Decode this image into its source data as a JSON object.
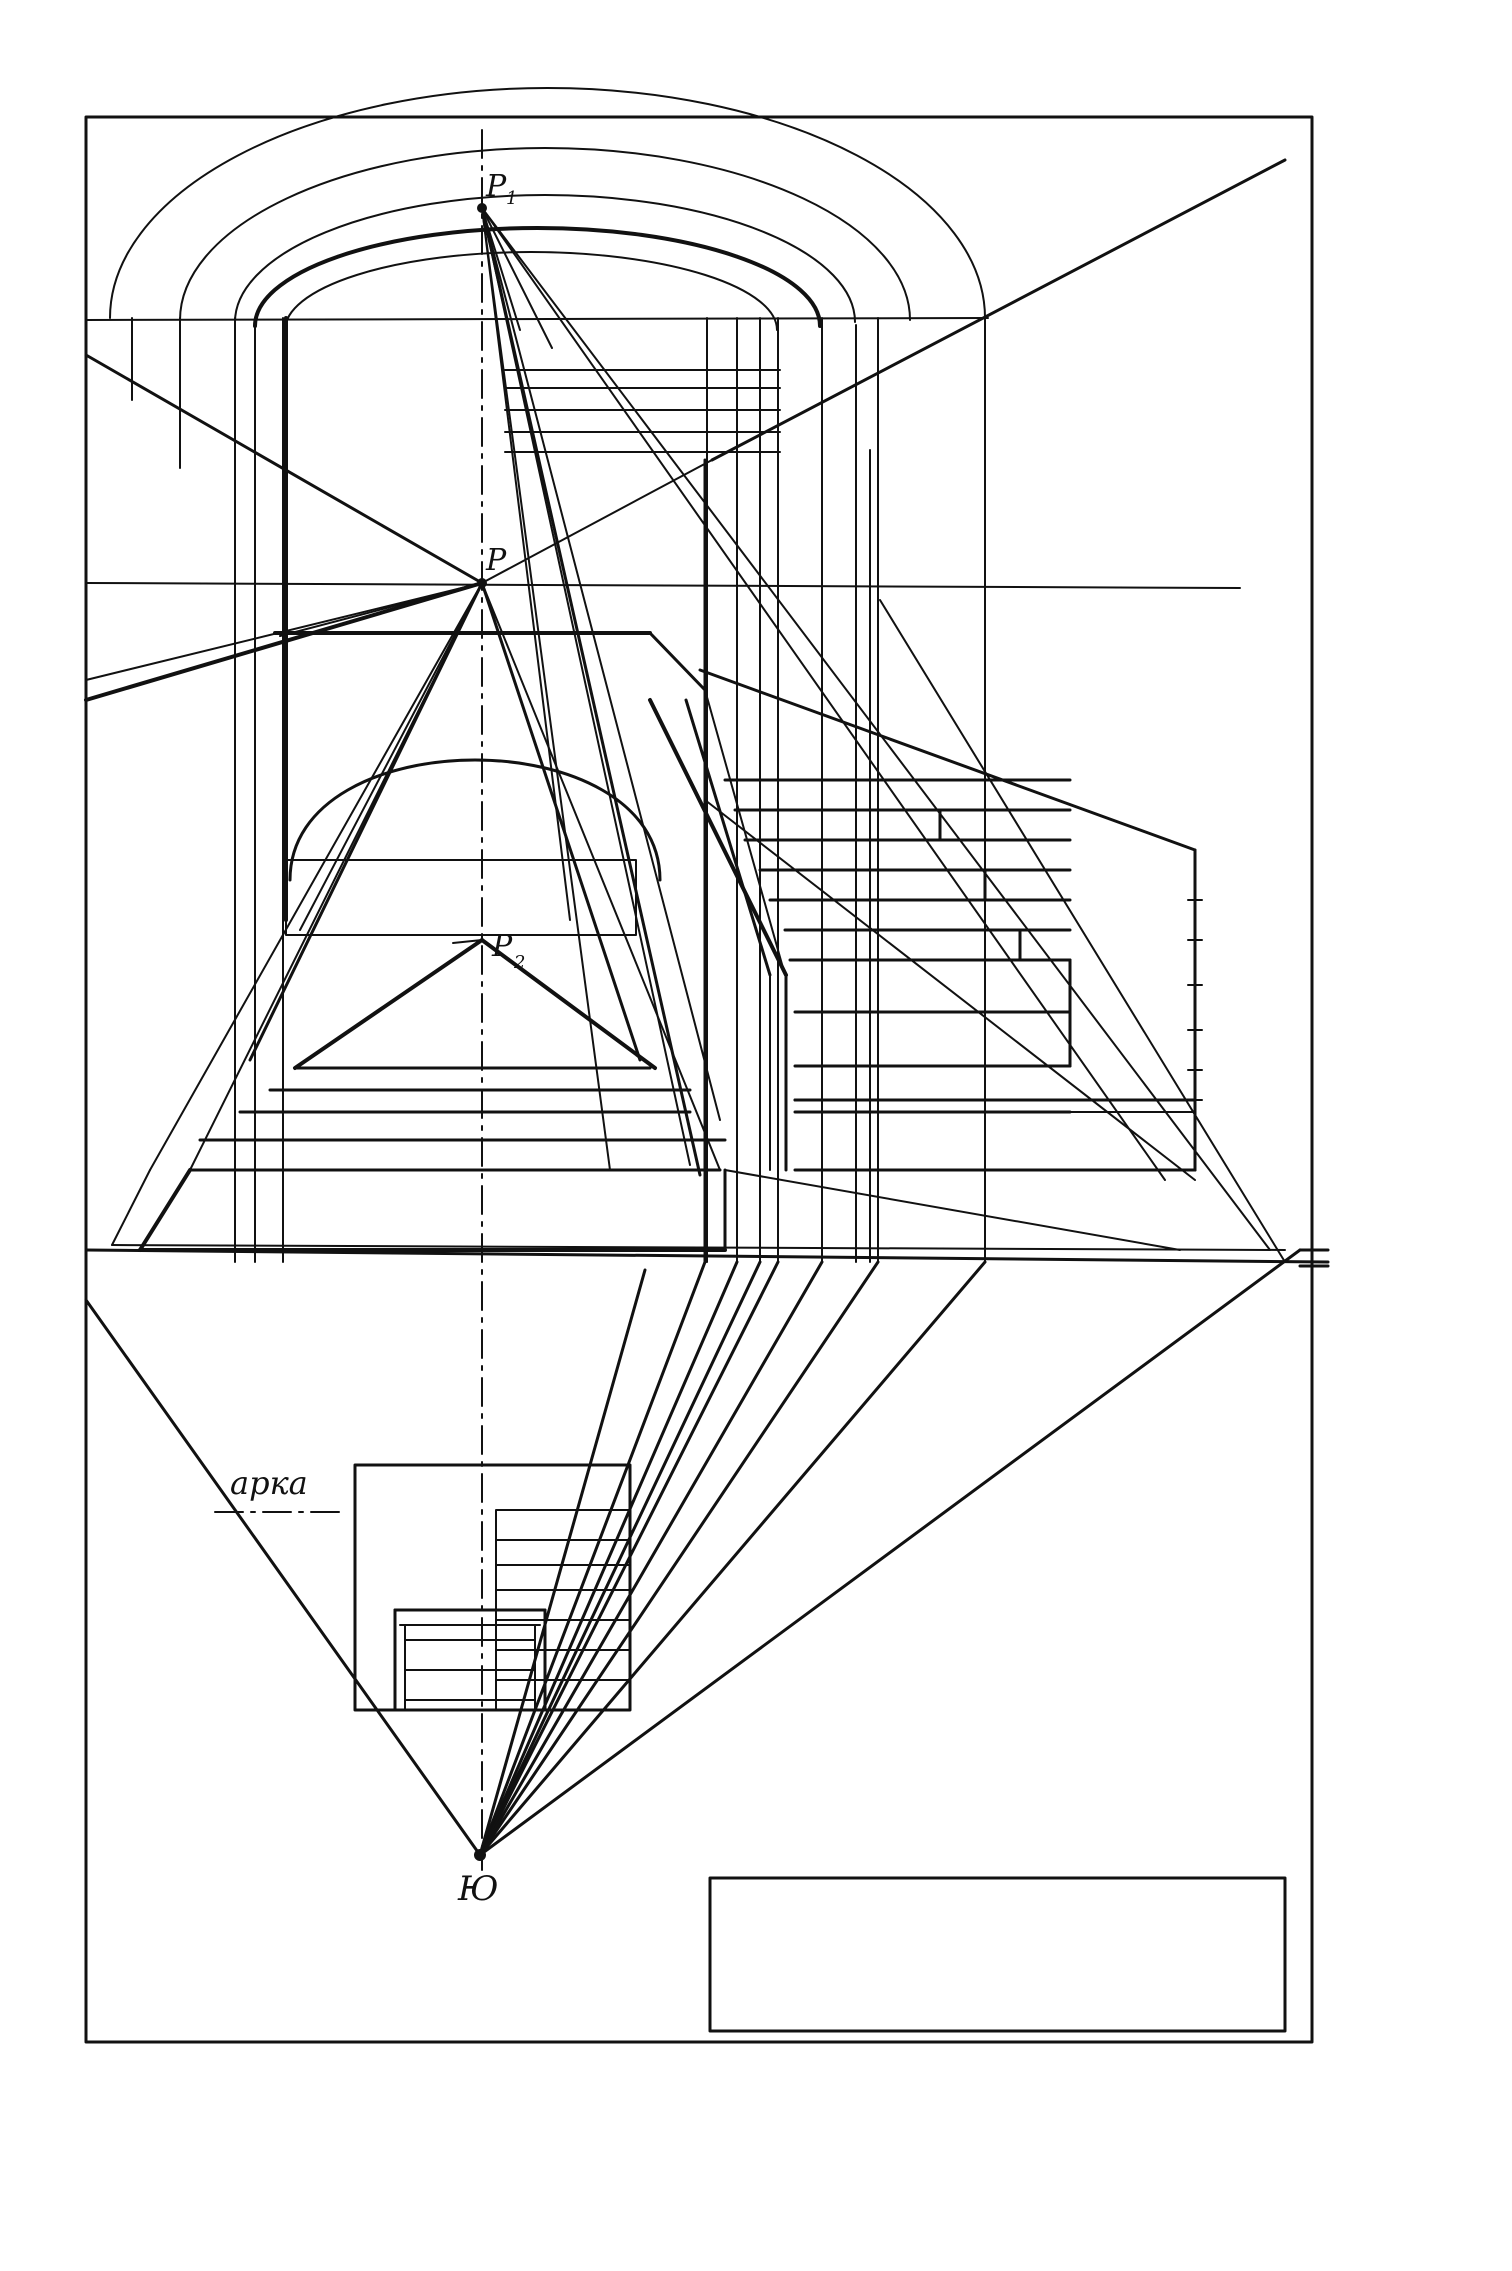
{
  "colors": {
    "ink": "#111111",
    "paper": "#ffffff"
  },
  "labels": {
    "p1": "P",
    "p1_sub": "1",
    "p": "P",
    "p2": "P",
    "p2_sub": "2",
    "arch_plan": "арка",
    "station": "Ю"
  }
}
